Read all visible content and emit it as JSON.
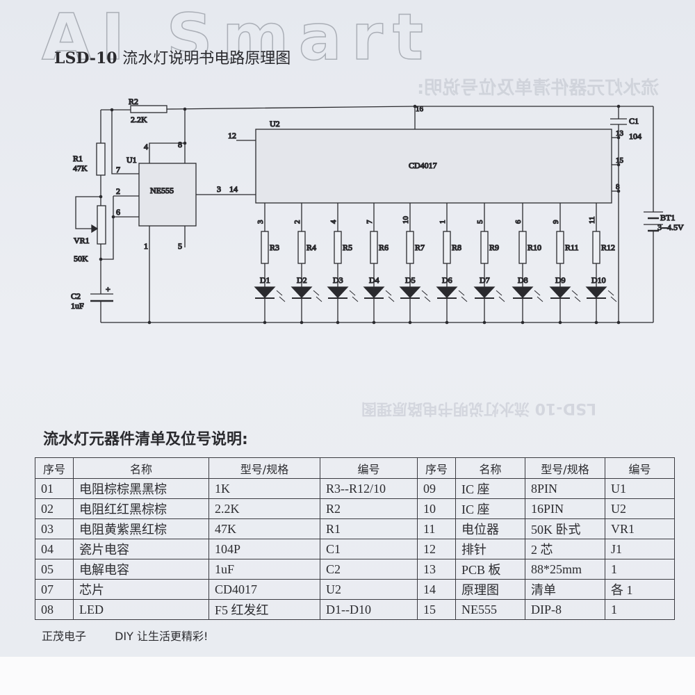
{
  "watermark": "AI Smart",
  "schematic": {
    "title_model": "LSD-10",
    "title_text": "流水灯说明书电路原理图",
    "u1": {
      "ref": "U1",
      "part": "NE555",
      "pins": [
        "4",
        "8",
        "7",
        "2",
        "6",
        "1",
        "5",
        "3"
      ]
    },
    "u2": {
      "ref": "U2",
      "part": "CD4017",
      "pin_in": "14",
      "pin_12": "12",
      "pin_16": "16",
      "right_pins": [
        "13",
        "15",
        "8"
      ]
    },
    "r1": {
      "ref": "R1",
      "value": "47K"
    },
    "r2": {
      "ref": "R2",
      "value": "2.2K"
    },
    "vr1": {
      "ref": "VR1",
      "value": "50K"
    },
    "c1": {
      "ref": "C1",
      "value": "104"
    },
    "c2": {
      "ref": "C2",
      "value": "1uF",
      "polarity": "+"
    },
    "bt1": {
      "ref": "BT1",
      "value": "3--4.5V"
    },
    "outputs": [
      {
        "pin": "3",
        "r": "R3",
        "d": "D1"
      },
      {
        "pin": "2",
        "r": "R4",
        "d": "D2"
      },
      {
        "pin": "4",
        "r": "R5",
        "d": "D3"
      },
      {
        "pin": "7",
        "r": "R6",
        "d": "D4"
      },
      {
        "pin": "10",
        "r": "R7",
        "d": "D5"
      },
      {
        "pin": "1",
        "r": "R8",
        "d": "D6"
      },
      {
        "pin": "5",
        "r": "R9",
        "d": "D7"
      },
      {
        "pin": "6",
        "r": "R10",
        "d": "D8"
      },
      {
        "pin": "9",
        "r": "R11",
        "d": "D9"
      },
      {
        "pin": "11",
        "r": "R12",
        "d": "D10"
      }
    ]
  },
  "bom": {
    "title": "流水灯元器件清单及位号说明:",
    "headers": [
      "序号",
      "名称",
      "型号/规格",
      "编号",
      "序号",
      "名称",
      "型号/规格",
      "编号"
    ],
    "rows": [
      [
        "01",
        "电阻棕棕黑黑棕",
        "1K",
        "R3--R12/10",
        "09",
        "IC 座",
        "8PIN",
        "U1"
      ],
      [
        "02",
        "电阻红红黑棕棕",
        "2.2K",
        "R2",
        "10",
        "IC 座",
        "16PIN",
        "U2"
      ],
      [
        "03",
        "电阻黄紫黑红棕",
        "47K",
        "R1",
        "11",
        "电位器",
        "50K 卧式",
        "VR1"
      ],
      [
        "04",
        "瓷片电容",
        "104P",
        "C1",
        "12",
        "排针",
        "2 芯",
        "J1"
      ],
      [
        "05",
        "电解电容",
        "1uF",
        "C2",
        "13",
        "PCB 板",
        "88*25mm",
        "1"
      ],
      [
        "07",
        "芯片",
        "CD4017",
        "U2",
        "14",
        "原理图",
        "清单",
        "各 1"
      ],
      [
        "08",
        "LED",
        "F5 红发红",
        "D1--D10",
        "15",
        "NE555",
        "DIP-8",
        "1"
      ]
    ]
  },
  "footer": {
    "company": "正茂电子",
    "slogan": "DIY 让生活更精彩!"
  }
}
